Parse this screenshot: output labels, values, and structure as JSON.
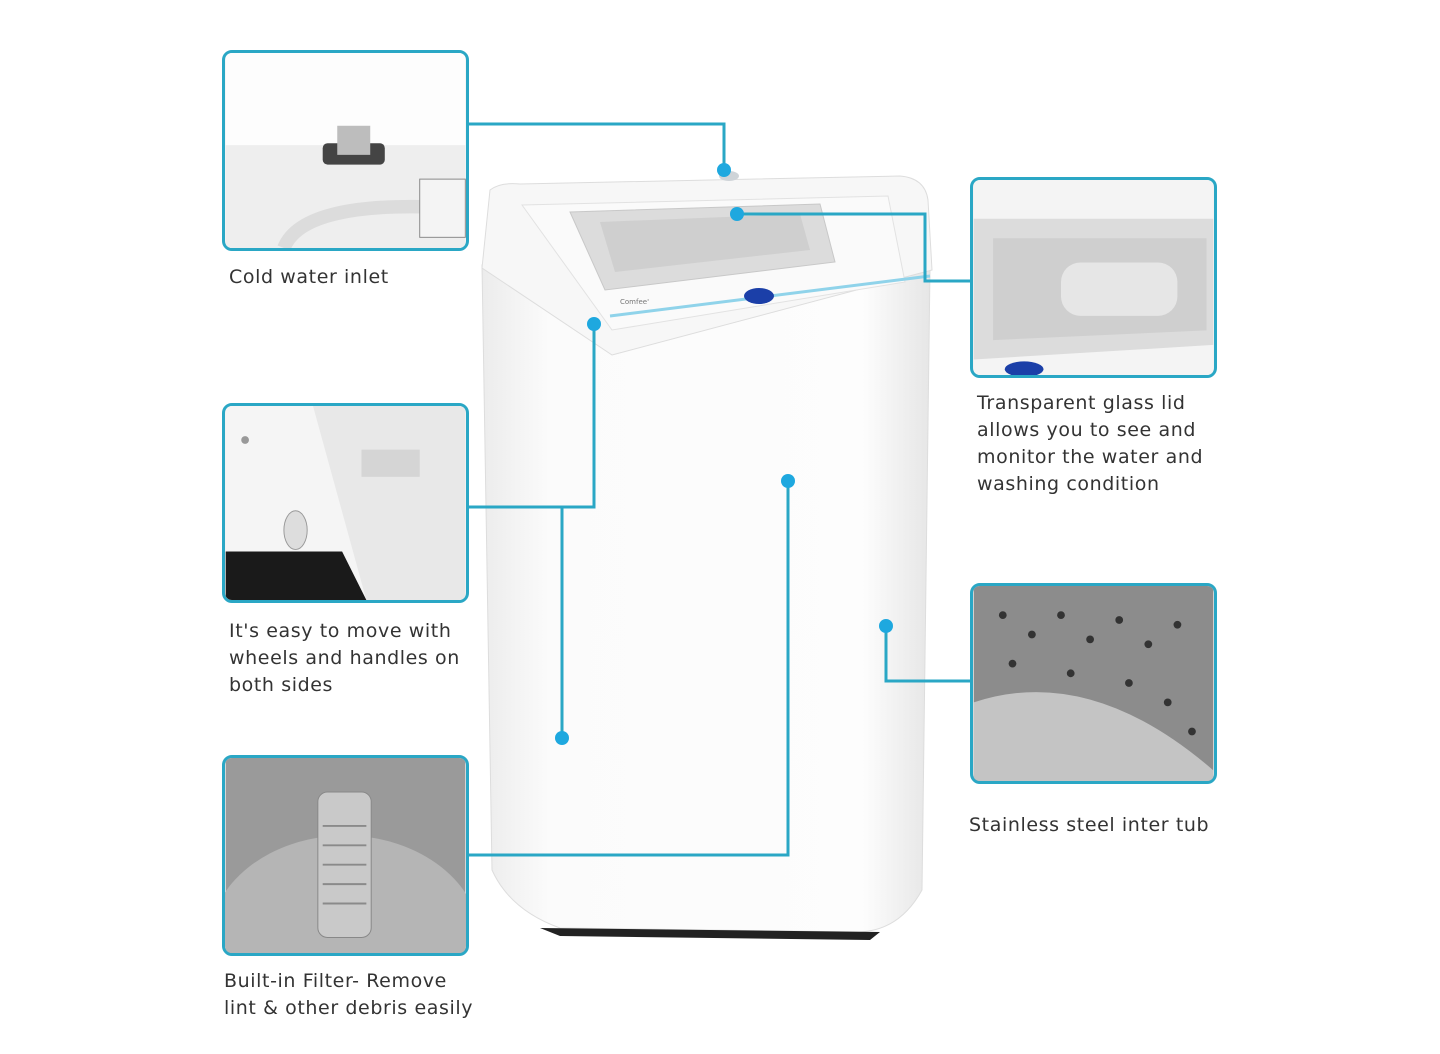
{
  "brand": "Comfee'",
  "accent_color": "#2aa7c5",
  "dot_color": "#1ea8df",
  "features": [
    {
      "id": "inlet",
      "caption": "Cold water inlet"
    },
    {
      "id": "wheels",
      "caption_lines": [
        "It's easy to move with",
        "wheels and handles on",
        "both sides"
      ]
    },
    {
      "id": "filter",
      "caption_lines": [
        "Built-in Filter- Remove",
        "lint & other debris easily"
      ]
    },
    {
      "id": "lid",
      "caption_lines": [
        "Transparent glass lid",
        "allows you to see and",
        "monitor the water and",
        "washing condition"
      ]
    },
    {
      "id": "tub",
      "caption": "Stainless steel inter tub"
    }
  ]
}
